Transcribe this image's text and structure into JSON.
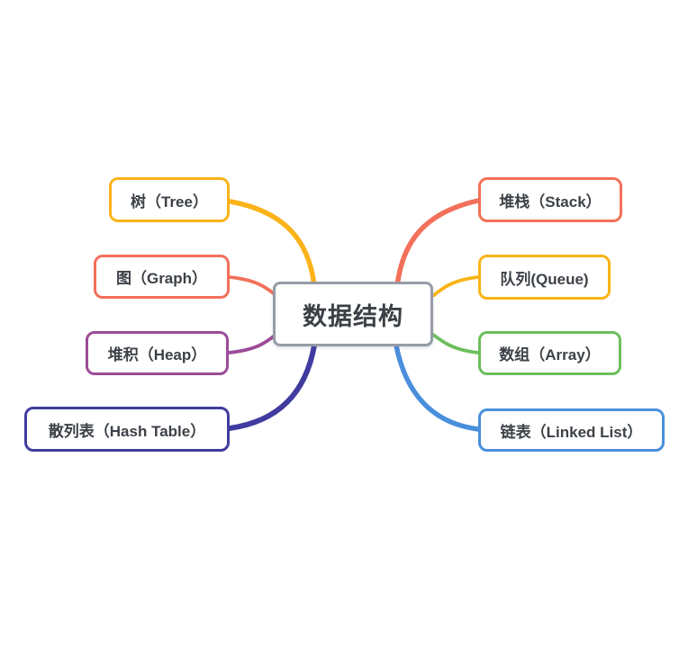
{
  "canvas": {
    "background_color": "#ffffff"
  },
  "center": {
    "label": "数据结构",
    "border_color": "#959CA6",
    "text_color": "#3B4046"
  },
  "branches": [
    {
      "id": "tree",
      "label": "树（Tree）",
      "color": "#FBB319",
      "side": "left"
    },
    {
      "id": "graph",
      "label": "图（Graph）",
      "color": "#F3705A",
      "side": "left"
    },
    {
      "id": "heap",
      "label": "堆积（Heap）",
      "color": "#9C4B97",
      "side": "left"
    },
    {
      "id": "hash-table",
      "label": "散列表（Hash Table）",
      "color": "#403C9F",
      "side": "left"
    },
    {
      "id": "stack",
      "label": "堆栈（Stack）",
      "color": "#F3705A",
      "side": "right"
    },
    {
      "id": "queue",
      "label": "队列(Queue)",
      "color": "#F9B413",
      "side": "right"
    },
    {
      "id": "array",
      "label": "数组（Array）",
      "color": "#6CBE5C",
      "side": "right"
    },
    {
      "id": "linked-list",
      "label": "链表（Linked List）",
      "color": "#4A8FDC",
      "side": "right"
    }
  ]
}
